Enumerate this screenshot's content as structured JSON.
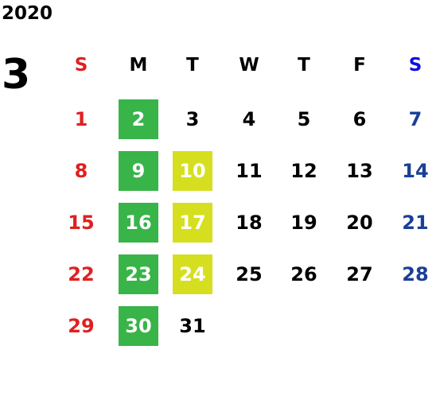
{
  "calendar": {
    "year": "2020",
    "month": "3",
    "weekdays": [
      "S",
      "M",
      "T",
      "W",
      "T",
      "F",
      "S"
    ],
    "weekday_colors": [
      "#e02020",
      "#000000",
      "#000000",
      "#000000",
      "#000000",
      "#000000",
      "#1010e0"
    ],
    "first_weekday_index": 0,
    "days": [
      "1",
      "2",
      "3",
      "4",
      "5",
      "6",
      "7",
      "8",
      "9",
      "10",
      "11",
      "12",
      "13",
      "14",
      "15",
      "16",
      "17",
      "18",
      "19",
      "20",
      "21",
      "22",
      "23",
      "24",
      "25",
      "26",
      "27",
      "28",
      "29",
      "30",
      "31"
    ],
    "colors": {
      "sunday_text": "#e02020",
      "saturday_text": "#1a3f96",
      "weekday_text": "#000000",
      "highlight_green": "#38b449",
      "highlight_yellow": "#d6df1f",
      "highlight_text": "#ffffff"
    },
    "highlighted": [
      {
        "day": "2",
        "color": "#38b449"
      },
      {
        "day": "9",
        "color": "#38b449"
      },
      {
        "day": "16",
        "color": "#38b449"
      },
      {
        "day": "23",
        "color": "#38b449"
      },
      {
        "day": "30",
        "color": "#38b449"
      },
      {
        "day": "10",
        "color": "#d6df1f"
      },
      {
        "day": "17",
        "color": "#d6df1f"
      },
      {
        "day": "24",
        "color": "#d6df1f"
      }
    ]
  }
}
